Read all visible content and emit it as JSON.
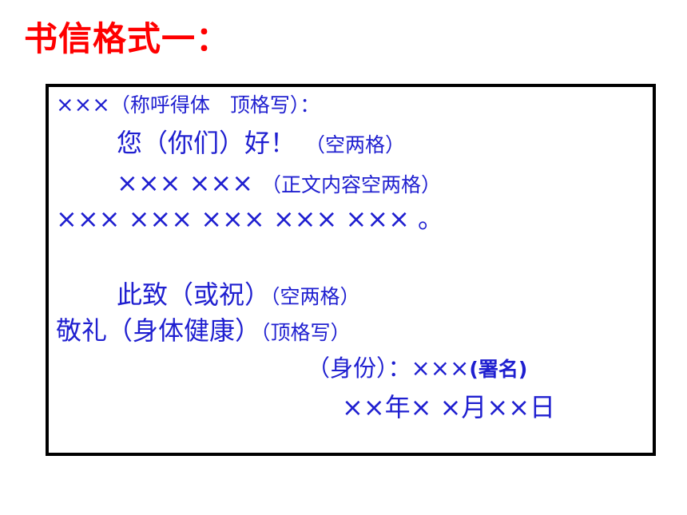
{
  "title": "书信格式一：",
  "lines": [
    {
      "main": "×××",
      "note": "（称呼得体　顶格写）："
    },
    {
      "main": "您（你们）好！",
      "note": "（空两格）"
    },
    {
      "main": "××× ×××",
      "note": "（正文内容空两格）"
    },
    {
      "main": "××× ××× ××× ××× ××× 。",
      "note": ""
    },
    {
      "main": "此致（或祝）",
      "note": "（空两格）"
    },
    {
      "main": "敬礼（身体健康）",
      "note": "（顶格写）"
    },
    {
      "main": "（身份）：×××",
      "note": "(署名)"
    },
    {
      "main": "××年× ×月××日",
      "note": ""
    }
  ],
  "colors": {
    "title": "#ff0000",
    "text": "#1f1fd0",
    "border": "#000000"
  }
}
